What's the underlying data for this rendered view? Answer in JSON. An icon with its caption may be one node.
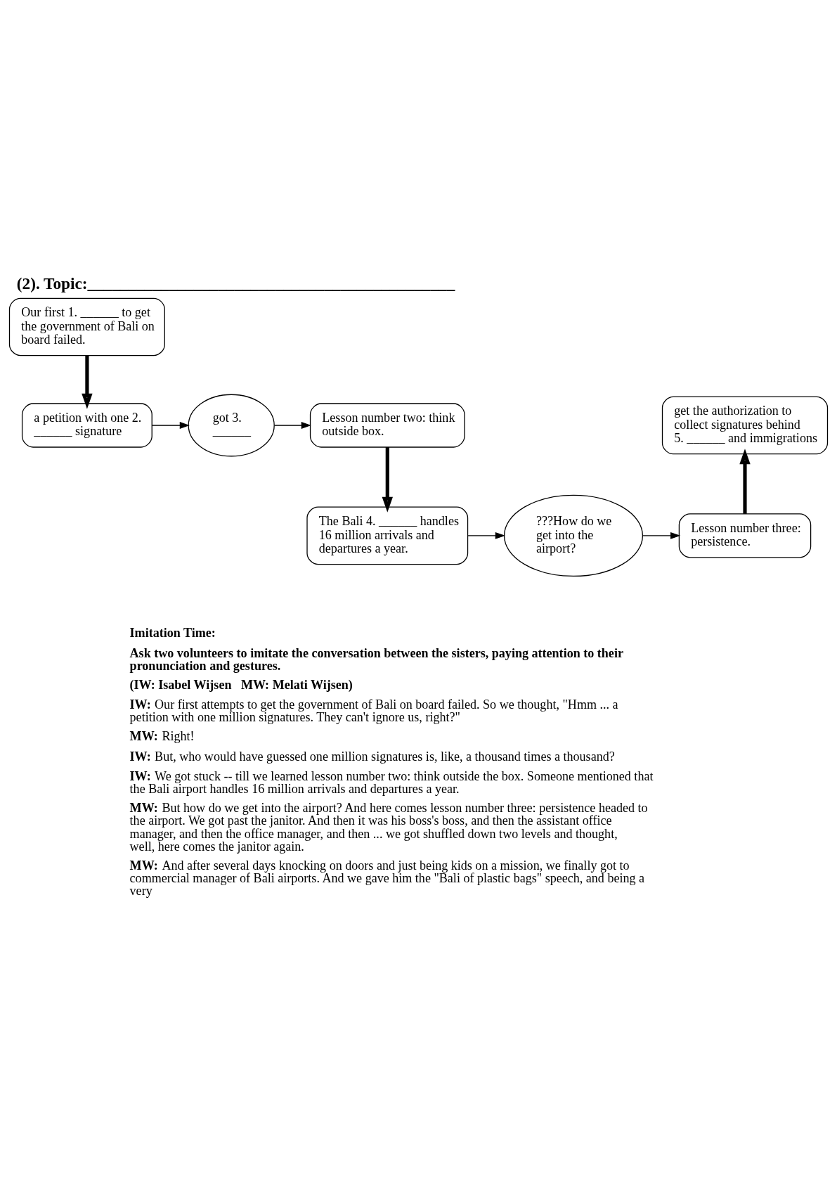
{
  "diagram": {
    "title": "(2). Topic:_____________________________________________",
    "nodes": [
      {
        "text": [
          "Our first 1. ______ to get the government of Bali on board failed."
        ]
      },
      {
        "text": [
          "a petition with one 2. ______ signature"
        ]
      },
      {
        "text": [
          "got 3. ______"
        ]
      },
      {
        "text": [
          "Lesson number two: think outside box."
        ]
      },
      {
        "text": [
          "The Bali 4. ______ handles 16 million arrivals and departures a year."
        ]
      },
      {
        "text": [
          "???How do we get into the airport?"
        ]
      },
      {
        "text": [
          "Lesson number three: persistence."
        ]
      },
      {
        "text": [
          "get the authorization to collect signatures behind 5. ______ and immigrations"
        ]
      }
    ],
    "edges": [
      {
        "from": 0,
        "to": 1,
        "arrow": "to",
        "style": "thick"
      },
      {
        "from": 1,
        "to": 2,
        "arrow": "to"
      },
      {
        "from": 2,
        "to": 3,
        "arrow": "to"
      },
      {
        "from": 3,
        "to": 4,
        "arrow": "to",
        "style": "thick"
      },
      {
        "from": 4,
        "to": 5,
        "arrow": "to"
      },
      {
        "from": 5,
        "to": 6,
        "arrow": "to"
      },
      {
        "from": 6,
        "to": 7,
        "arrow": "to",
        "style": "thick"
      }
    ],
    "labels": [
      "Imitation Time:",
      "Ask two volunteers to imitate the conversation between the sisters, paying attention to their pronunciation and gestures.",
      "(IW: Isabel Wijsen   MW: Melati Wijsen)",
      "**IW:** Our first attempts to get the government of Bali on board failed. So we thought, \"Hmm ... a petition with one million signatures. They can't ignore us, right?\"",
      "**MW:** Right!",
      "**IW:** But, who would have guessed one million signatures is, like, a thousand times a thousand?",
      "**IW:** We got stuck -- till we learned lesson number two: think outside the box. Someone mentioned that the Bali airport handles 16 million arrivals and departures a year.",
      "**MW:** But how do we get into the airport? And here comes lesson number three: persistence headed to the airport. We got past the janitor. And then it was his boss's boss, and then the assistant office manager, and then the office manager, and then ... we got shuffled down two levels and thought, well, here comes the janitor again.",
      "**MW:** And after several days knocking on doors and just being kids on a mission, we finally got to commercial manager of Bali airports. And we gave him the \"Bali of plastic bags\" speech, and being a very"
    ]
  }
}
